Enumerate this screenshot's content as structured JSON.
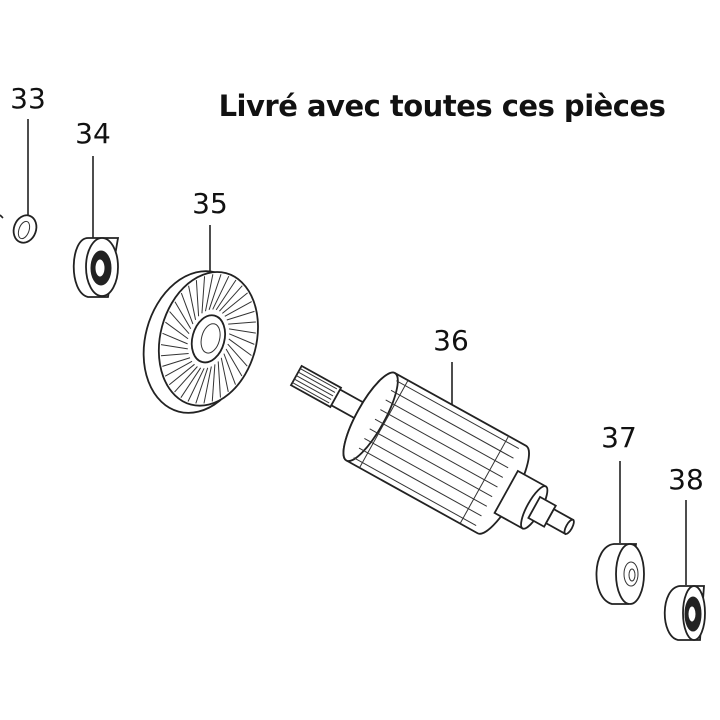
{
  "title": "Livré avec toutes ces pièces",
  "parts": [
    {
      "number": "33",
      "name": "washer"
    },
    {
      "number": "34",
      "name": "ball-bearing"
    },
    {
      "number": "35",
      "name": "fan"
    },
    {
      "number": "36",
      "name": "armature"
    },
    {
      "number": "37",
      "name": "washer"
    },
    {
      "number": "38",
      "name": "ball-bearing"
    }
  ]
}
